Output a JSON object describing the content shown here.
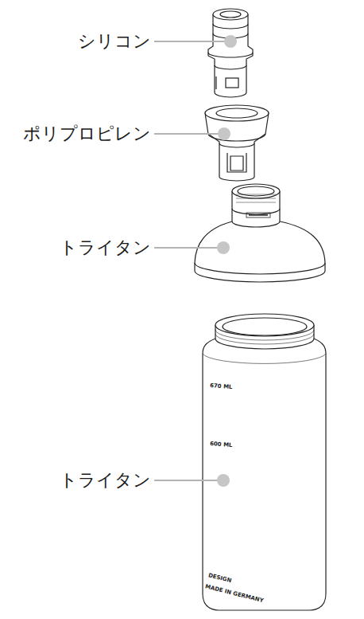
{
  "diagram": {
    "labels": [
      "シリコン",
      "ポリプロピレン",
      "トライタン",
      "トライタン",
      "670 ML",
      "600 ML",
      "DESIGN",
      "MADE IN GERMANY"
    ]
  }
}
